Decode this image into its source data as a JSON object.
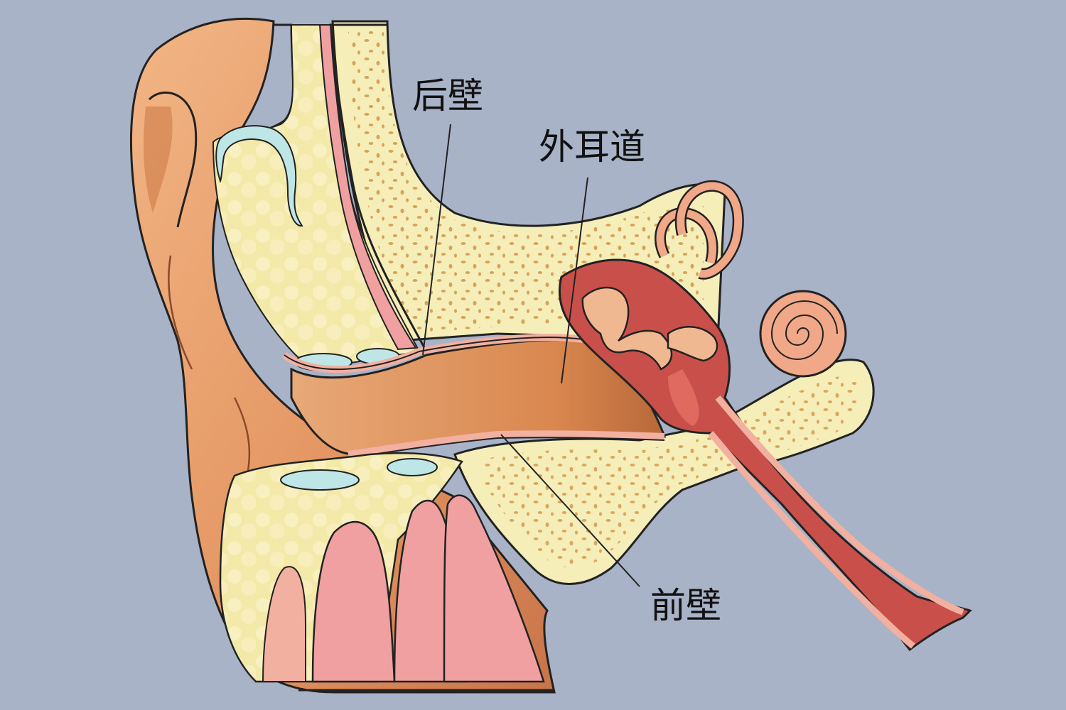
{
  "labels": {
    "posterior_wall": "后壁",
    "external_auditory_canal": "外耳道",
    "anterior_wall": "前壁"
  },
  "colors": {
    "background": "#a8b3c8",
    "skin": "#e8a070",
    "skin_dark": "#c8744a",
    "bone": "#f6eeb8",
    "bone_dots": "#d69a4c",
    "pink_membrane": "#f2b0a0",
    "muscle": "#f0a0a0",
    "middle_ear": "#c9504a",
    "cartilage_blue": "#bfe6e6"
  }
}
